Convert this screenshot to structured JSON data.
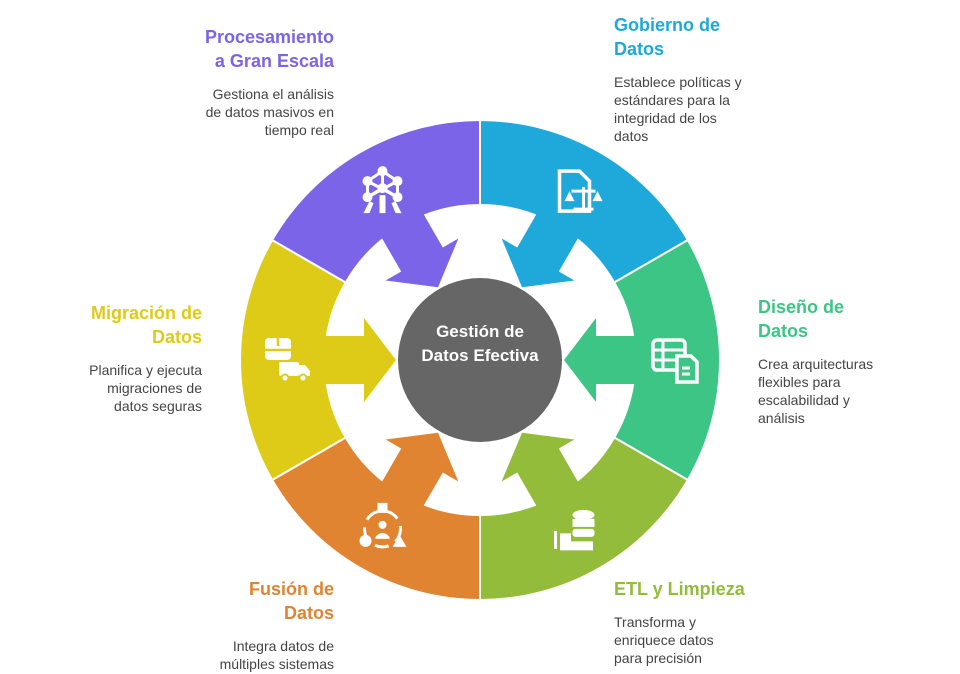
{
  "center": {
    "line1": "Gestión de",
    "line2": "Datos Efectiva",
    "color": "#666666"
  },
  "segments": [
    {
      "id": "gobierno",
      "title1": "Gobierno de",
      "title2": "Datos",
      "desc": [
        "Establece políticas y",
        "estándares para la",
        "integridad de los",
        "datos"
      ],
      "color": "#1FA8DA",
      "icon": "document-scale-icon"
    },
    {
      "id": "diseno",
      "title1": "Diseño de",
      "title2": "Datos",
      "desc": [
        "Crea arquitecturas",
        "flexibles para",
        "escalabilidad y",
        "análisis"
      ],
      "color": "#3DC585",
      "icon": "table-document-icon"
    },
    {
      "id": "etl",
      "title1": "ETL y Limpieza",
      "title2": "",
      "desc": [
        "Transforma y",
        "enriquece datos",
        "para precisión"
      ],
      "color": "#93BC3A",
      "icon": "database-hand-icon"
    },
    {
      "id": "fusion",
      "title1": "Fusión de",
      "title2": "Datos",
      "desc": [
        "Integra datos de",
        "múltiples sistemas"
      ],
      "color": "#E08431",
      "icon": "shapes-person-icon"
    },
    {
      "id": "migracion",
      "title1": "Migración de",
      "title2": "Datos",
      "desc": [
        "Planifica y ejecuta",
        "migraciones de",
        "datos seguras"
      ],
      "color": "#DECB18",
      "icon": "box-truck-icon"
    },
    {
      "id": "procesamiento",
      "title1": "Procesamiento",
      "title2": "a Gran Escala",
      "desc": [
        "Gestiona el análisis",
        "de datos masivos en",
        "tiempo real"
      ],
      "color": "#7B64E7",
      "icon": "atomium-icon"
    }
  ]
}
